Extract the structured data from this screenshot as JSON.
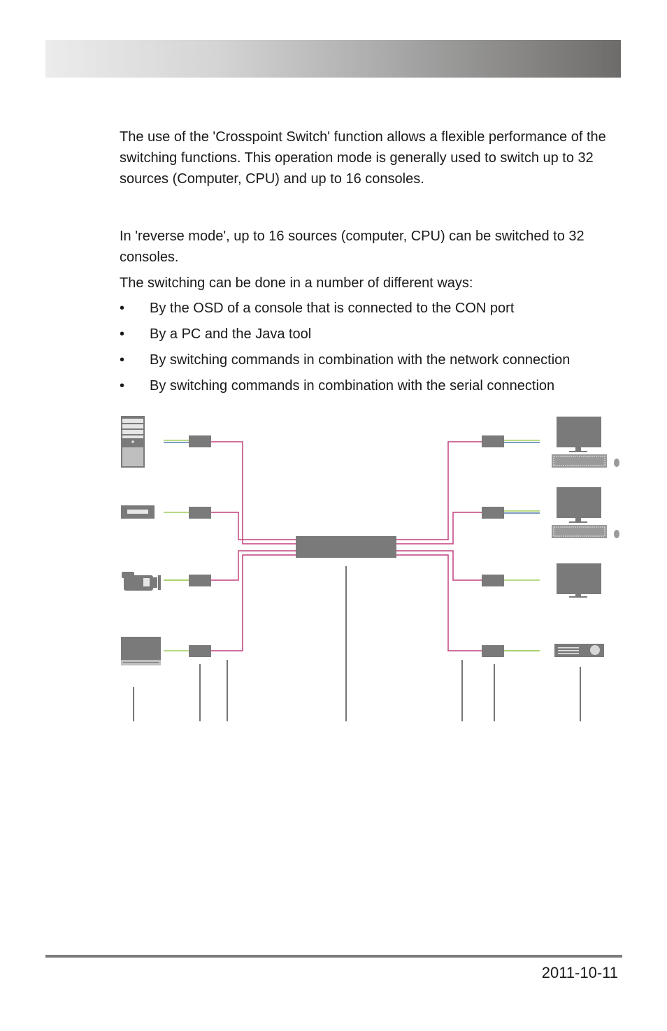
{
  "paragraphs": [
    "The use of the 'Crosspoint Switch' function allows a flexible performance of the switching functions. This operation mode is generally used to switch up to 32 sources (Computer, CPU) and up to 16 consoles.",
    "In 'reverse mode', up to 16 sources (computer, CPU) can be switched to 32 consoles.",
    "The switching can be done in a number of different ways:"
  ],
  "bullet_char": "•",
  "bullets": [
    "By the OSD of a console that is connected to the CON port",
    "By a PC and the Java tool",
    "By switching commands in combination with the network connection",
    "By switching commands in combination with the serial connection"
  ],
  "footer": {
    "date": "2011-10-11"
  },
  "colors": {
    "header_start": "#ececec",
    "header_end": "#6e6c6a",
    "cable_pink": "#c2407e",
    "cable_green": "#8fc23a",
    "cable_blue": "#2f5e9e",
    "device_gray": "#7a7a7a"
  }
}
